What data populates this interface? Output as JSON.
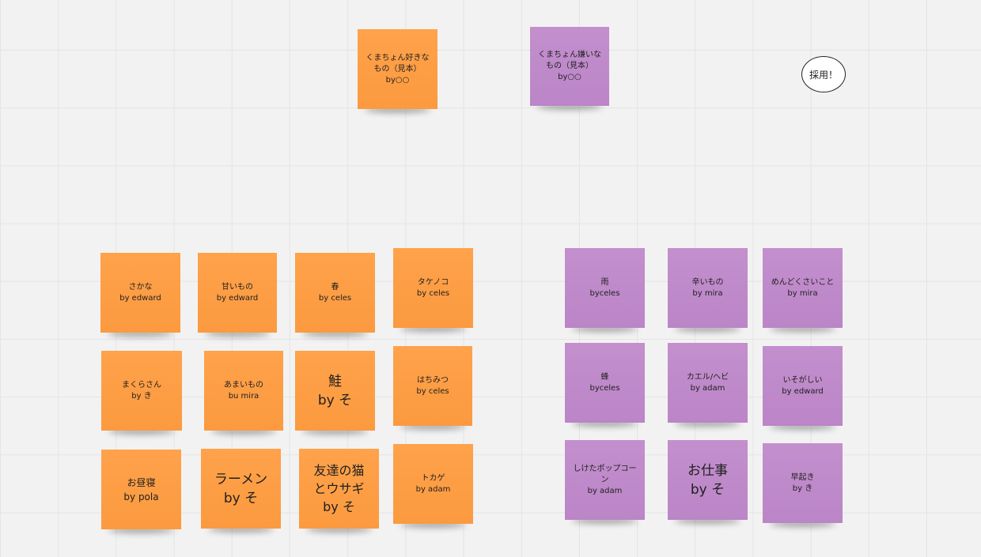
{
  "board": {
    "header_notes": [
      {
        "lines": [
          "くまちょん好きな",
          "もの（見本）",
          "by○○"
        ],
        "color": "orange"
      },
      {
        "lines": [
          "くまちょん嫌いな",
          "もの（見本）",
          "by○○"
        ],
        "color": "purple"
      }
    ],
    "adopted_label": "採用！",
    "like_notes": [
      {
        "lines": [
          "さかな",
          "by edward"
        ]
      },
      {
        "lines": [
          "甘いもの",
          "by edward"
        ]
      },
      {
        "lines": [
          "春",
          "by celes"
        ]
      },
      {
        "lines": [
          "タケノコ",
          "by celes"
        ]
      },
      {
        "lines": [
          "まくらさん",
          "by き"
        ]
      },
      {
        "lines": [
          "あまいもの",
          "bu mira"
        ]
      },
      {
        "lines": [
          "鮭",
          "by そ"
        ]
      },
      {
        "lines": [
          "はちみつ",
          "by celes"
        ]
      },
      {
        "lines": [
          "お昼寝",
          "by pola"
        ]
      },
      {
        "lines": [
          "ラーメン",
          "by そ"
        ]
      },
      {
        "lines": [
          "友達の猫",
          "とウサギ",
          "by そ"
        ]
      },
      {
        "lines": [
          "トカゲ",
          "by adam"
        ]
      }
    ],
    "dislike_notes": [
      {
        "lines": [
          "雨",
          "byceles"
        ]
      },
      {
        "lines": [
          "辛いもの",
          "by mira"
        ]
      },
      {
        "lines": [
          "めんどくさいこと",
          "by mira"
        ]
      },
      {
        "lines": [
          "蜂",
          "byceles"
        ]
      },
      {
        "lines": [
          "カエル/ヘビ",
          "by adam"
        ]
      },
      {
        "lines": [
          "いそがしい",
          "by edward"
        ]
      },
      {
        "lines": [
          "しけたポップコーン",
          "by adam"
        ]
      },
      {
        "lines": [
          "お仕事",
          "by そ"
        ]
      },
      {
        "lines": [
          "早起き",
          "by き"
        ]
      }
    ],
    "colors": {
      "orange": "#fd9f46",
      "purple": "#c08acb",
      "background": "#f2f2f2"
    }
  }
}
